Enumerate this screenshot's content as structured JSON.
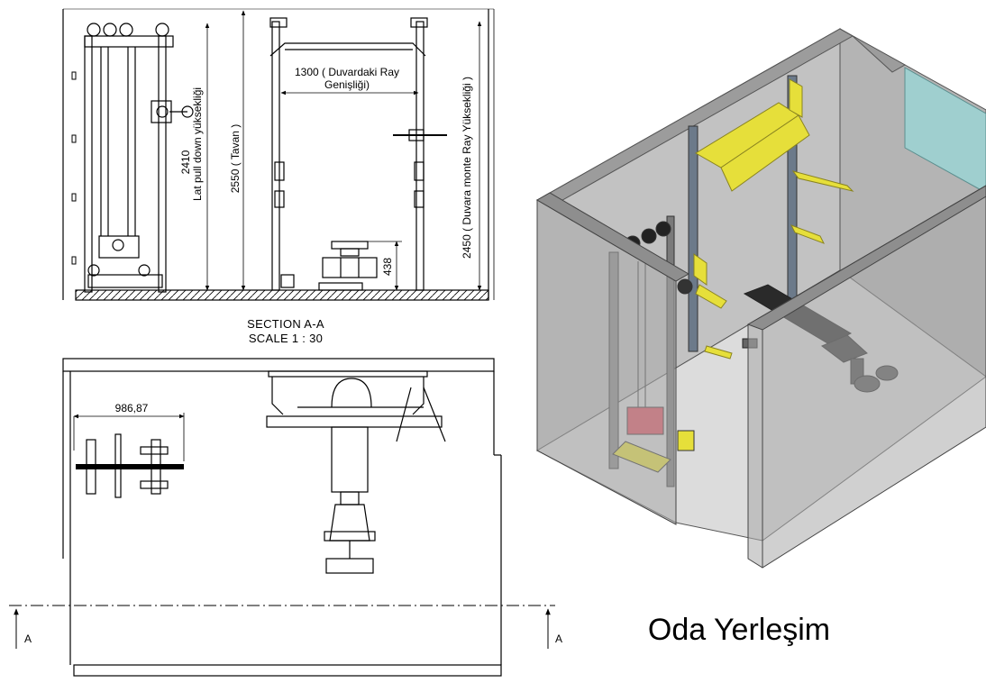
{
  "section_view": {
    "dim_lat_pulldown": "2410",
    "dim_lat_pulldown_label": "Lat pull down yüksekliği",
    "dim_ceiling": "2550 ( Tavan )",
    "dim_rail_width": "1300 ( Duvardaki Ray",
    "dim_rail_width_2": "Genişliği)",
    "dim_wall_rail": "2450 ( Duvara monte Ray Yüksekliği )",
    "dim_bench": "438"
  },
  "section_caption": {
    "line1": "SECTION A-A",
    "line2": "SCALE 1 : 30"
  },
  "plan_view": {
    "dim_width": "986,87",
    "marker_left": "A",
    "marker_right": "A"
  },
  "room_view": {
    "title": "Oda Yerleşim"
  },
  "colors": {
    "line": "#000000",
    "accent_yellow": "#e6df3a",
    "accent_red": "#e05060",
    "glass": "#a9a9a9",
    "glass_teal": "#9fcfcf"
  }
}
